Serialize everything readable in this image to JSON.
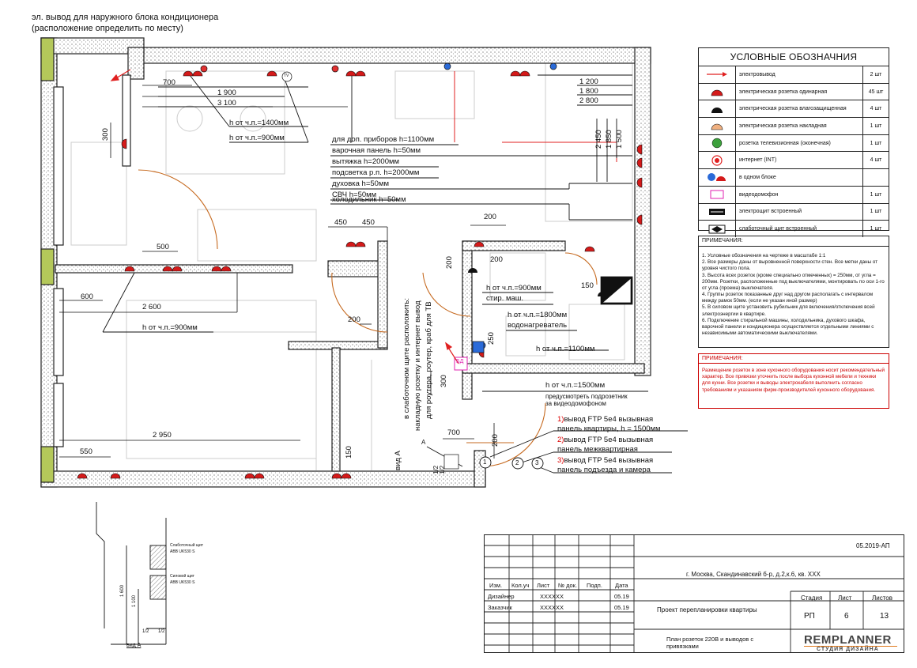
{
  "header": {
    "line1": "эл. вывод для наружного блока кондиционера",
    "line2": "(расположение определить по месту)"
  },
  "dimensions": {
    "d700_top": "700",
    "d1900": "1 900",
    "d3100": "3 100",
    "d1200": "1 200",
    "d1800": "1 800",
    "d2800": "2 800",
    "d2450": "2 450",
    "d1850": "1 850",
    "d1500": "1 500",
    "d300_left": "300",
    "d450a": "450",
    "d450b": "450",
    "d500": "500",
    "d600": "600",
    "d2600": "2 600",
    "d200_mid": "200",
    "d200_bath": "200",
    "d200_bath2": "200",
    "d150_bath": "150",
    "d250": "250",
    "d300_door": "300",
    "d2950": "2 950",
    "d550": "550",
    "d150_low": "150",
    "d700_low": "700",
    "d200_low": "200",
    "d1_2a": "1/2",
    "d1_2b": "1/2"
  },
  "labels": {
    "h1400": "h от ч.п.=1400мм",
    "h900_top": "h от ч.п.=900мм",
    "kitchen": [
      "для доп. приборов h=1100мм",
      "варочная панель h=50мм",
      "вытяжка h=2000мм",
      "подсветка р.п. h=2000мм",
      "духовка h=50мм",
      "СВЧ h=50мм",
      "холодильник h=50мм"
    ],
    "h900_mid": "h от ч.п.=900мм",
    "h900_bath": "h от ч.п.=900мм",
    "wash": "стир. маш.",
    "h1800": "h от ч.п.=1800мм",
    "heater": "водонагреватель",
    "h1100": "h от ч.п.=1100мм",
    "h1500": "h от ч.п.=1500мм",
    "podroz": "предусмотреть подрозетник",
    "podroz2": "за видеодомофоном",
    "weak_note": [
      "в слаботочном щите расположить:",
      "накладную розетку и интернет вывод",
      "для роутера, роутер, краб для ТВ"
    ],
    "ftp1a": "вывод FTP 5е4 вызывная",
    "ftp1b": "панель квартиры, h = 1500мм",
    "ftp2a": "вывод FTP 5е4 вызывная",
    "ftp2b": "панель межквартирная",
    "ftp3a": "вывод FTP 5е4 вызывная",
    "ftp3b": "панель подъезда и камера",
    "n1": "1)",
    "n2": "2)",
    "n3": "3)",
    "c1": "1",
    "c2": "2",
    "c3": "3",
    "vidA": "вид А",
    "bd": "БД",
    "tv": "TV",
    "a": "A"
  },
  "legend": {
    "title": "УСЛОВНЫЕ ОБОЗНАЧНИЯ",
    "rows": [
      {
        "name": "электровывод",
        "count": "2 шт"
      },
      {
        "name": "электрическая розетка одинарная",
        "count": "45 шт"
      },
      {
        "name": "электрическая розетка влагозащищенная",
        "count": "4 шт"
      },
      {
        "name": "электрическая розетка накладная",
        "count": "1 шт"
      },
      {
        "name": "розетка телевизионная (оконечная)",
        "count": "1 шт"
      },
      {
        "name": "интернет (INT)",
        "count": "4 шт"
      },
      {
        "name": "в одном блоке",
        "count": ""
      },
      {
        "name": "видеодомофон",
        "count": "1 шт"
      },
      {
        "name": "электрощит встроенный",
        "count": "1 шт"
      },
      {
        "name": "слаботочный щит встроенный",
        "count": "1 шт"
      }
    ]
  },
  "notes": {
    "title": "ПРИМЕЧАНИЯ:",
    "body": "1. Условные обозначения на чертеже в масштабе 1:1\n2. Все размеры даны от выровненной поверхности стен. Все метки даны от уровня чистого пола.\n3. Высота всех розеток (кроме специально отмеченных) = 250мм, от угла = 200мм. Розетки, расположенные под выключателями, монтировать по оси 1-го от угла (проема) выключателя.\n4. Группы розеток показанные друг над другом располагать с интервалом между рамок 50мм. (если не указан иной размер)\n5. В силовом щите установить рубильник для включения/отключения всей электроэнергии в квартире.\n6. Подключение стиральной машины, холодильника, духового шкафа, варочной панели и кондиционера осуществляется отдельными линиями с независимыми автоматическими выключателями."
  },
  "notes_red": {
    "title": "ПРИМЕЧАНИЯ:",
    "body": "Размещение розеток в зоне кухонного оборудования носит рекомендательный характер. Все привязки уточнить после выбора кухонной мебели и техники для кухни. Все розетки и выводы электрокабеля выполнить согласно требованиям и указаниям фирм-производителей кухонного оборудования."
  },
  "section": {
    "weak_panel": "Слаботочный щит",
    "weak_model": "ABB UK530 S",
    "power_panel": "Силовой щит",
    "power_model": "ABB UK530 S",
    "d1600": "1 600",
    "d1100": "1 100",
    "dh1": "1/2",
    "dh2": "1/2",
    "caption": "вид А"
  },
  "stamp": {
    "code": "05.2019-АП",
    "address": "г. Москва, Скандинавский б-р, д.2,к.6, кв. XXX",
    "cols": [
      "Изм.",
      "Кол.уч",
      "Лист",
      "№ док.",
      "Подп.",
      "Дата"
    ],
    "designer_role": "Дизайнер",
    "designer_name": "XXXXXX",
    "designer_date": "05.19",
    "client_role": "Заказчик",
    "client_name": "XXXXXX",
    "client_date": "05.19",
    "project": "Проект перепланировки квартиры",
    "sheet_title": "План розеток 220В и выводов с привязками",
    "stage_h": "Стадия",
    "sheet_h": "Лист",
    "sheets_h": "Листов",
    "stage": "РП",
    "sheet": "6",
    "sheets": "13",
    "logo": "REMPLANNER",
    "logo_sub": "СТУДИЯ ДИЗАЙНА"
  }
}
